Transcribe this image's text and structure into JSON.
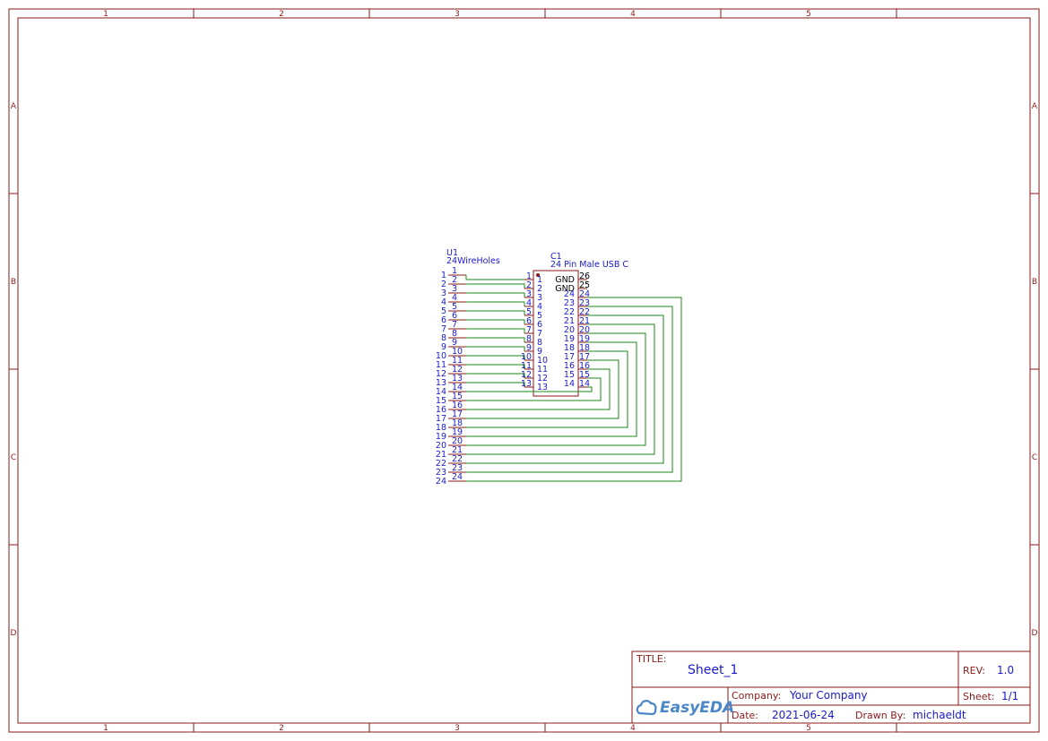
{
  "frame": {
    "columns": [
      "1",
      "2",
      "3",
      "4",
      "5"
    ],
    "rows": [
      "A",
      "B",
      "C",
      "D"
    ]
  },
  "u1": {
    "designator": "U1",
    "part_name": "24WireHoles",
    "pins": [
      "1",
      "2",
      "3",
      "4",
      "5",
      "6",
      "7",
      "8",
      "9",
      "10",
      "11",
      "12",
      "13",
      "14",
      "15",
      "16",
      "17",
      "18",
      "19",
      "20",
      "21",
      "22",
      "23",
      "24"
    ]
  },
  "c1": {
    "designator": "C1",
    "part_name": "24 Pin Male USB C",
    "left_pins": [
      "1",
      "2",
      "3",
      "4",
      "5",
      "6",
      "7",
      "8",
      "9",
      "10",
      "11",
      "12",
      "13"
    ],
    "right_pins": [
      "24",
      "23",
      "22",
      "21",
      "20",
      "19",
      "18",
      "17",
      "16",
      "15",
      "14"
    ],
    "gnd_label": "GND",
    "gnd_pins": [
      "26",
      "25"
    ]
  },
  "title_block": {
    "title_label": "TITLE:",
    "title": "Sheet_1",
    "rev_label": "REV:",
    "rev": "1.0",
    "company_label": "Company:",
    "company": "Your Company",
    "sheet_label": "Sheet:",
    "sheet": "1/1",
    "date_label": "Date:",
    "date": "2021-06-24",
    "drawn_by_label": "Drawn By:",
    "drawn_by": "michaeldt",
    "logo_text": "EasyEDA"
  },
  "colors": {
    "frame": "#8b1a1a",
    "wire": "#1a8a1a",
    "label": "#1a1ad2",
    "logo": "#4a86c8"
  }
}
